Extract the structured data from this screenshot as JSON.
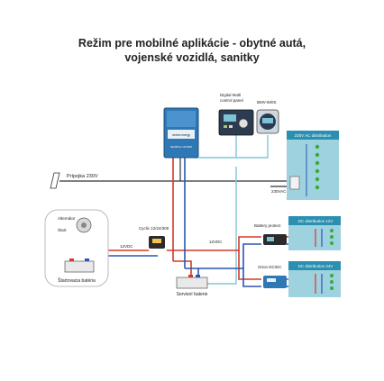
{
  "title": {
    "line1": "Režim pre mobilné aplikácie - obytné autá,",
    "line2": "vojenské vozidlá, sanitky"
  },
  "labels": {
    "digital_control": "Digital Multi control panel",
    "digital_control_line1": "Digital Multi",
    "digital_control_line2": "control panel",
    "bmv": "BMV-600S",
    "ac_distribution": "230V AC distribution",
    "pripojka": "Prípojka 230V",
    "ac_out": "230VAC",
    "alternator": "Alternátor",
    "start": "Štart",
    "startovacia_baterie": "Štartovacia batéria",
    "cyclic_switch": "Cyclic 12/24/300",
    "v12_left": "12VDC",
    "v12_mid": "12VDC",
    "battery_protect": "Battery protect",
    "dc_dist_12": "DC distribution 12V",
    "orion": "Orion DC/DC",
    "dc_dist_24": "DC distribution 24V",
    "servisni_baterie": "Servisní baterie",
    "multiplus_brand": "victron energy",
    "multiplus_model": "MultiPlus 12/1600"
  },
  "colors": {
    "dc_positive": "#d23a2a",
    "dc_negative": "#2a55b5",
    "ac_line": "#333333",
    "comm_line": "#7fc7d8",
    "dist_panel": "#9fd2df",
    "dist_header": "#2a8fb0",
    "inverter": "#2f78b6"
  }
}
